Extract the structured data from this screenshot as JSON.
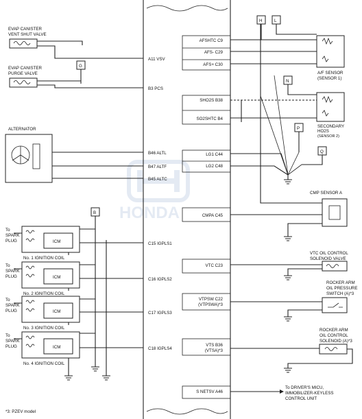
{
  "ecm": {
    "left_pins": [
      "A11 VSV",
      "B3 PCS",
      "B46 ALTL",
      "B47 ALTF",
      "B45 ALTC",
      "C15 IGPLS1",
      "C16 IGPLS2",
      "C17 IGPLS3",
      "C18 IGPLS4"
    ],
    "right_pins": [
      "AFSHTC C9",
      "AFS- C29",
      "AFS+ C30",
      "SHO2S B38",
      "SO2SHTC B4",
      "LG1 C44",
      "LG2 C48",
      "CMPA C45",
      "VTC C23",
      "VTPSW C22",
      "(VTPSWA)*3",
      "VTS B36",
      "(VTSA)*3",
      "S NETSV A46"
    ]
  },
  "components": {
    "evap_vent": [
      "EVAP CANISTER",
      "VENT SHUT VALVE"
    ],
    "evap_purge": [
      "EVAP CANISTER",
      "PURGE VALVE"
    ],
    "alternator": "ALTERNATOR",
    "af_sensor": [
      "A/F SENSOR",
      "(SENSOR 1)"
    ],
    "secondary_ho2s": [
      "SECONDARY",
      "HO2S",
      "(SENSOR 2)"
    ],
    "cmp_sensor": "CMP SENSOR A",
    "vtc_valve": [
      "VTC OIL CONTROL",
      "SOLENOID VALVE"
    ],
    "rocker_switch": [
      "ROCKER ARM",
      "OIL PRESSURE",
      "SWITCH (A)*3"
    ],
    "rocker_solenoid": [
      "ROCKER ARM",
      "OIL CONTROL",
      "SOLENOID (A)*3"
    ],
    "micu": [
      "To DRIVER'S MICU,",
      "IMMOBILIZER-KEYLESS",
      "CONTROL UNIT"
    ]
  },
  "ignition": {
    "to_label": [
      "To",
      "SPARK",
      "PLUG"
    ],
    "icm": "ICM",
    "coils": [
      "No. 1 IGNITION COIL",
      "No. 2 IGNITION COIL",
      "No. 3 IGNITION COIL",
      "No. 4 IGNITION COIL"
    ]
  },
  "connectors": [
    "H",
    "L",
    "G",
    "N",
    "P",
    "Q",
    "B"
  ],
  "watermark": "HONDA",
  "footnote": "*3: PZEV model"
}
